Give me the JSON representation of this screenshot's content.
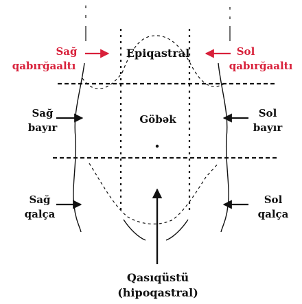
{
  "labels": {
    "sag_qabirgaalti_line1": "Sağ",
    "sag_qabirgaalti_line2": "qabırğaaltı",
    "epiqastral": "Epiqastral",
    "sol_qabirgaalti_line1": "Sol",
    "sol_qabirgaalti_line2": "qabırğaaltı",
    "sag_bayir_line1": "Sağ",
    "sag_bayir_line2": "bayır",
    "gobek": "Göbək",
    "sol_bayir_line1": "Sol",
    "sol_bayir_line2": "bayır",
    "sag_qalca_line1": "Sağ",
    "sag_qalca_line2": "qalça",
    "sol_qalca_line1": "Sol",
    "sol_qalca_line2": "qalça",
    "qasiqustu_line1": "Qasıqüstü",
    "qasiqustu_line2": "(hipoqastral)"
  },
  "colors": {
    "highlight": "#d8203a",
    "ink": "#111111",
    "background": "#ffffff"
  }
}
